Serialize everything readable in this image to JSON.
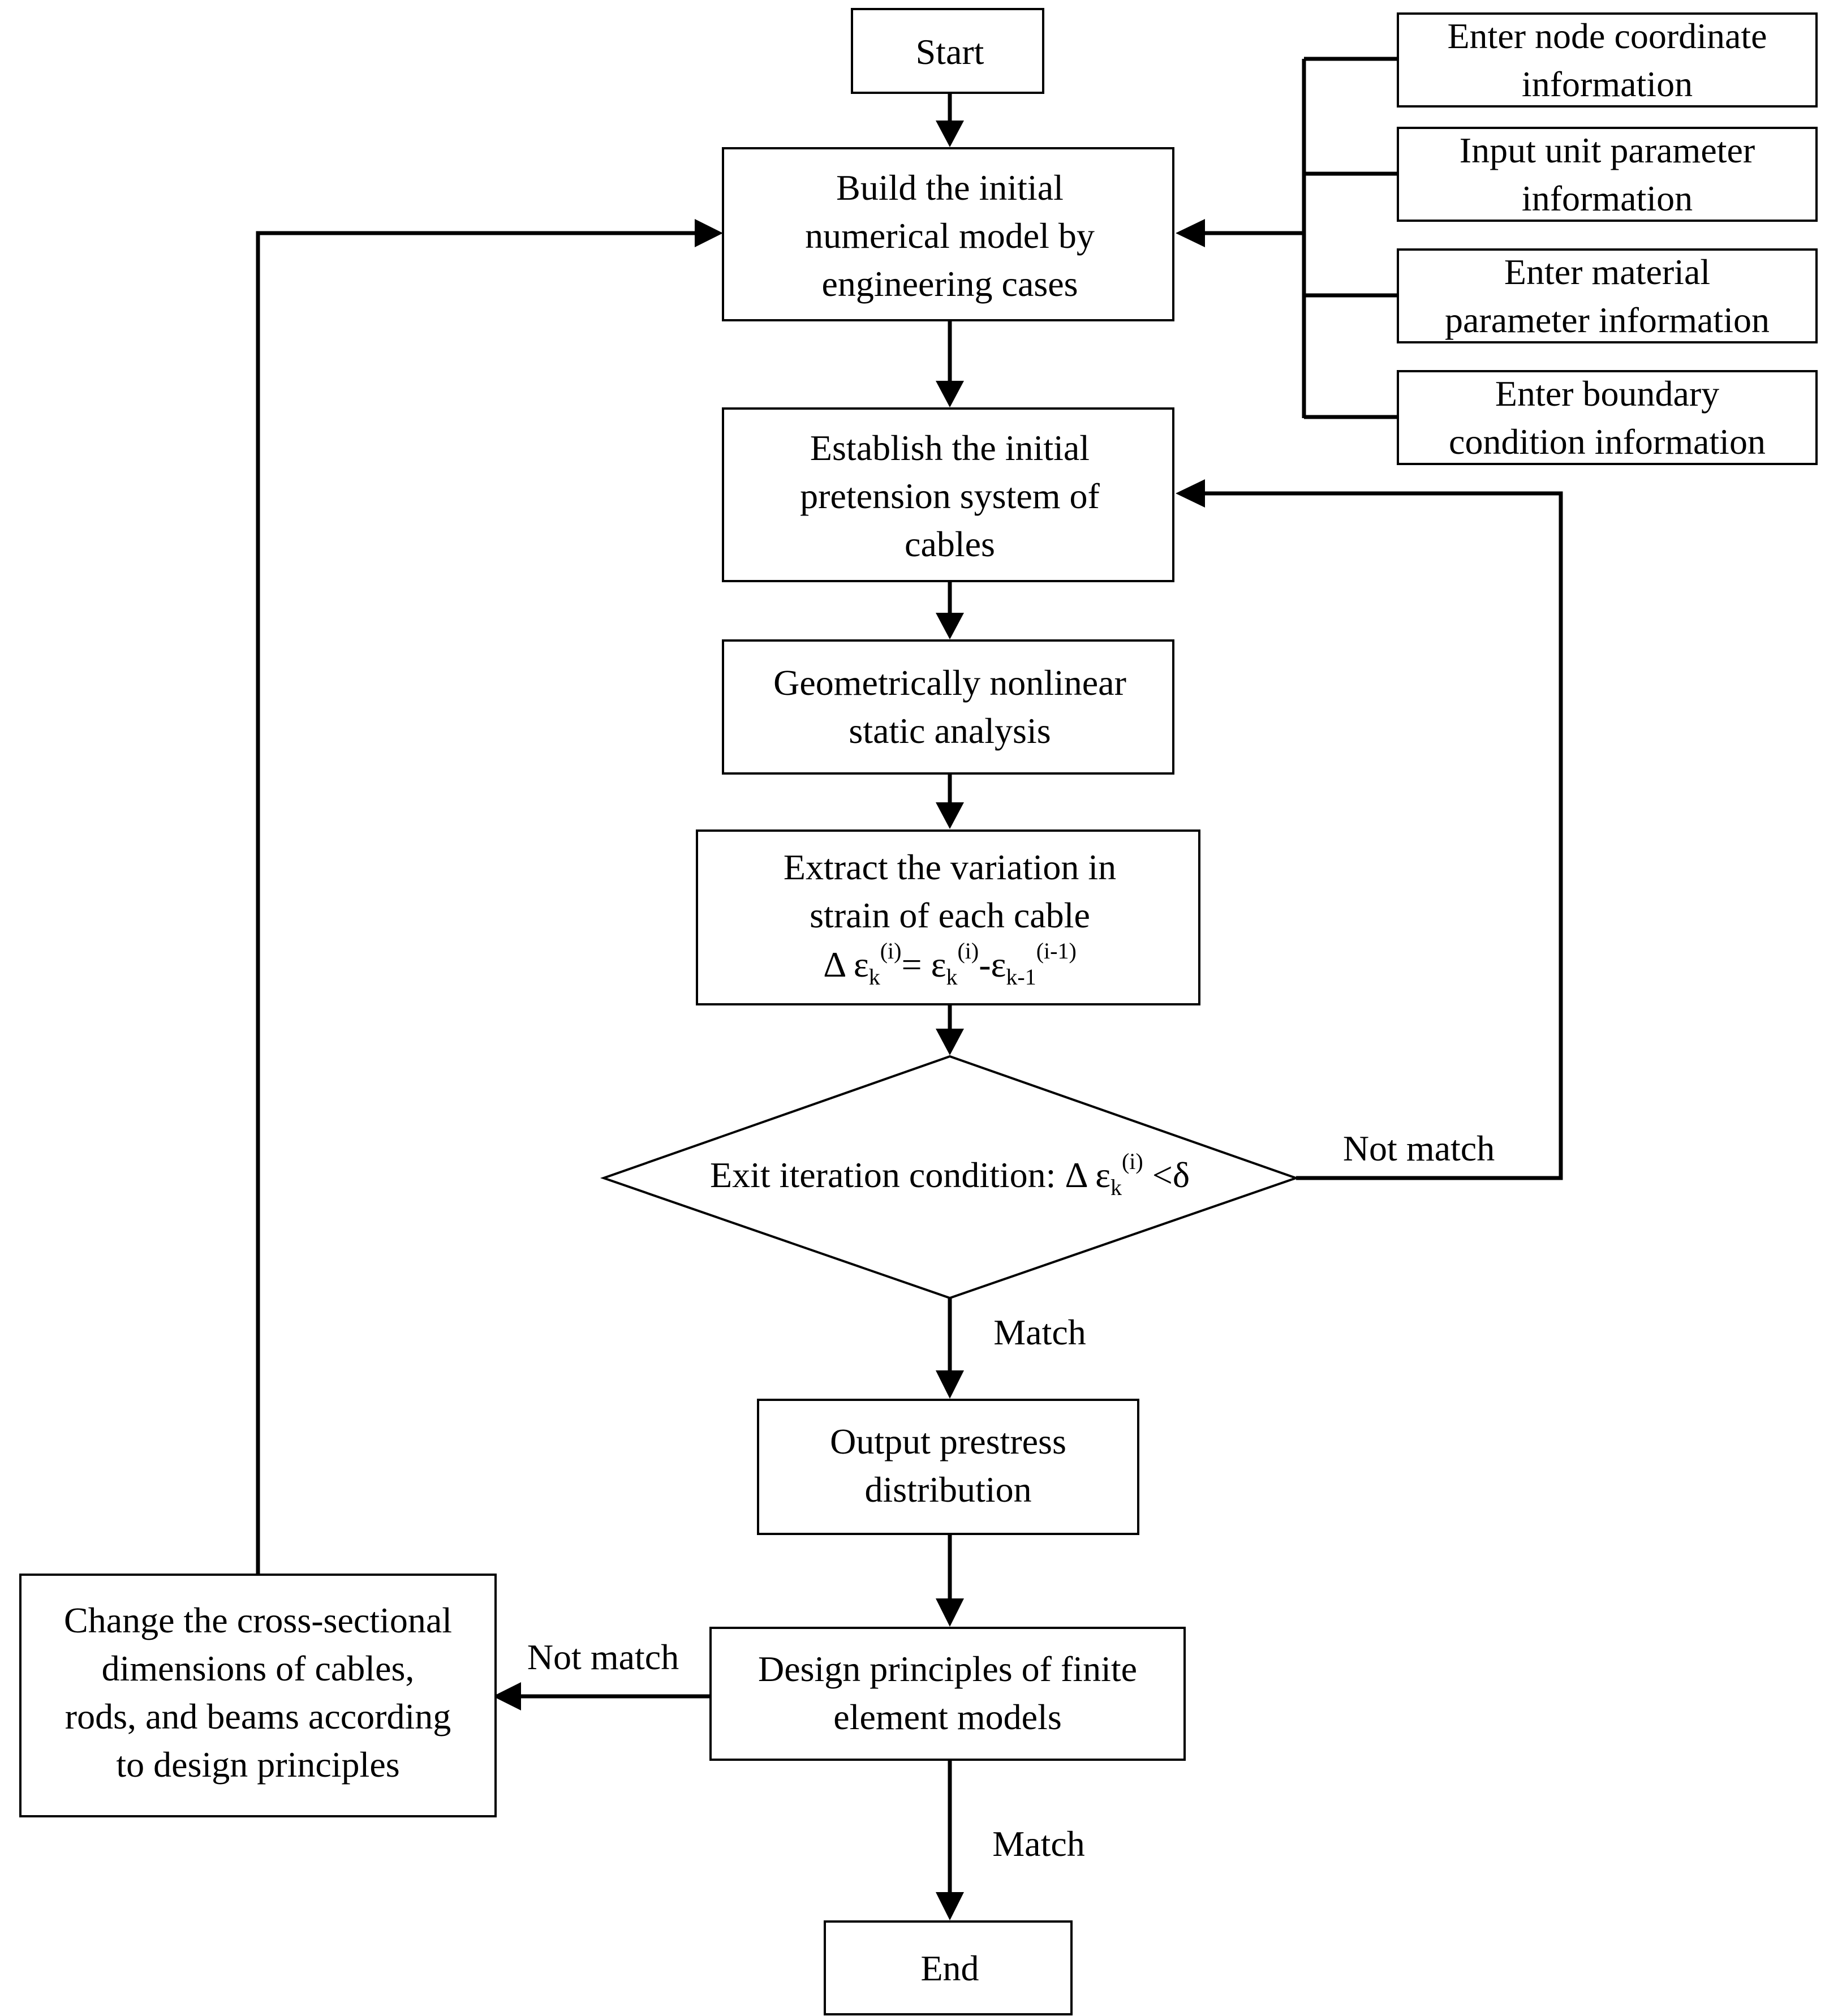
{
  "nodes": {
    "start": {
      "lines": [
        "Start"
      ]
    },
    "build": {
      "lines": [
        "Build the initial",
        "numerical model by",
        "engineering cases"
      ]
    },
    "node_coord": {
      "lines": [
        "Enter node coordinate",
        "information"
      ]
    },
    "unit_param": {
      "lines": [
        "Input unit parameter",
        "information"
      ]
    },
    "material": {
      "lines": [
        "Enter material",
        "parameter information"
      ]
    },
    "boundary": {
      "lines": [
        "Enter boundary",
        "condition information"
      ]
    },
    "pretension": {
      "lines": [
        "Establish the initial",
        "pretension system of",
        "cables"
      ]
    },
    "analysis": {
      "lines": [
        "Geometrically nonlinear",
        "static analysis"
      ]
    },
    "extract": {
      "lines": [
        "Extract the variation in",
        "strain of each cable"
      ]
    },
    "decision": {
      "lines": []
    },
    "output": {
      "lines": [
        "Output prestress",
        "distribution"
      ]
    },
    "design": {
      "lines": [
        "Design principles of finite",
        "element models"
      ]
    },
    "change": {
      "lines": [
        "Change the cross-sectional",
        "dimensions of cables,",
        "rods, and beams according",
        "to design principles"
      ]
    },
    "end": {
      "lines": [
        "End"
      ]
    }
  },
  "formulas": {
    "strain_variation": {
      "d": "Δ",
      "e1": "ε",
      "s1": "k",
      "p1": "(i)",
      "eq": "= ",
      "e2": "ε",
      "s2": "k",
      "p2": "(i)",
      "minus": "-",
      "e3": "ε",
      "s3": "k-1",
      "p3": "(i-1)"
    },
    "exit_condition": {
      "prefix": "Exit iteration condition:  ",
      "d": "Δ",
      "e": "ε",
      "s": "k",
      "p": "(i)",
      "suffix": " <δ"
    }
  },
  "edge_labels": {
    "decision_not_match": "Not match",
    "decision_match": "Match",
    "design_not_match": "Not match",
    "design_match": "Match"
  }
}
